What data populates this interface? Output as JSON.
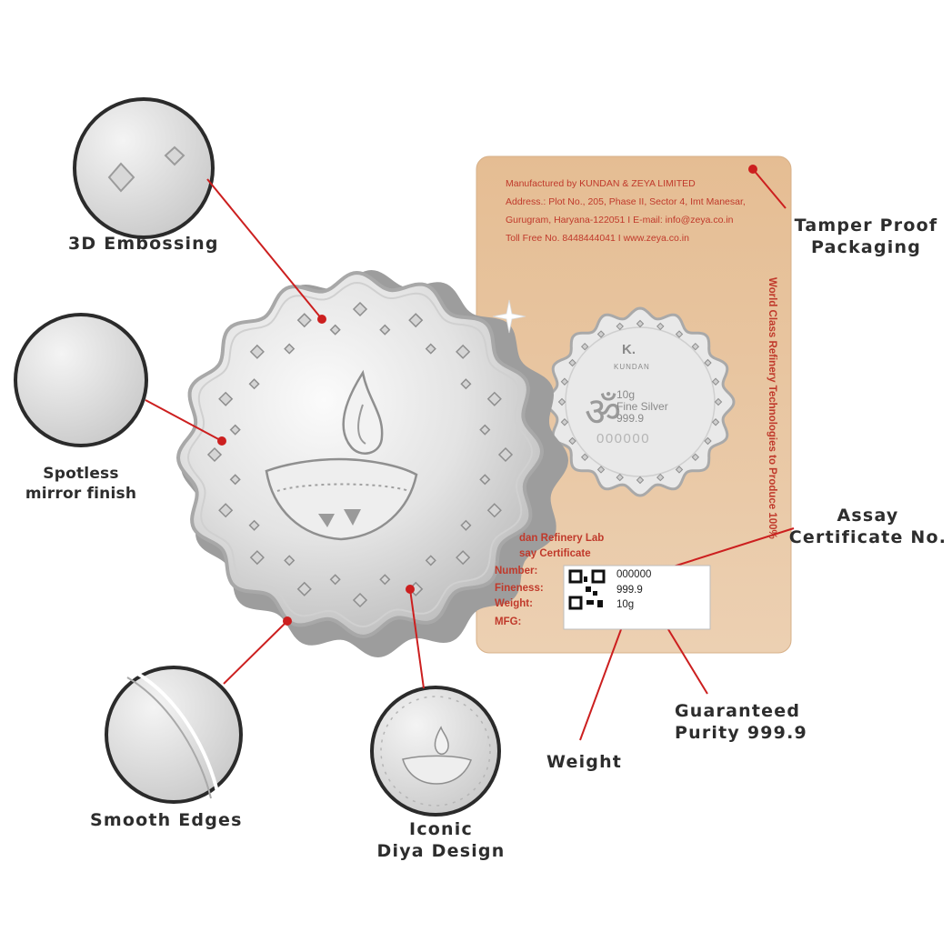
{
  "labels": {
    "embossing": "3D Embossing",
    "mirror_line1": "Spotless",
    "mirror_line2": "mirror finish",
    "edges": "Smooth Edges",
    "diya_line1": "Iconic",
    "diya_line2": "Diya Design",
    "tamper_line1": "Tamper Proof",
    "tamper_line2": "Packaging",
    "assay_line1": "Assay",
    "assay_line2": "Certificate No.",
    "purity_line1": "Guaranteed",
    "purity_line2": "Purity 999.9",
    "weight": "Weight"
  },
  "card": {
    "manufacturer": "Manufactured by KUNDAN & ZEYA LIMITED",
    "address1": "Address.: Plot No., 205, Phase II, Sector 4, Imt Manesar,",
    "address2": "Gurugram, Haryana-122051 I E-mail: info@zeya.co.in",
    "tollfree": "Toll Free No. 8448444041 I www.zeya.co.in",
    "side_text": "World Class Refinery Technologies to Produce 100%",
    "cert_title1": "dan Refinery Lab",
    "cert_title2": "say Certificate",
    "cert_keys": [
      "Number:",
      "Fineness:",
      "Weight:",
      "MFG:"
    ],
    "cert_values": [
      "000000",
      "999.9",
      "10g"
    ]
  },
  "small_coin": {
    "brand_mark": "K.",
    "brand_name": "KUNDAN",
    "weight": "10g",
    "metal": "Fine Silver",
    "purity": "999.9",
    "serial": "000000"
  },
  "colors": {
    "card_bg": "#e6c39d",
    "card_text": "#c0392b",
    "leader_line": "#cc1f1f",
    "silver": "#d9d9d9"
  }
}
